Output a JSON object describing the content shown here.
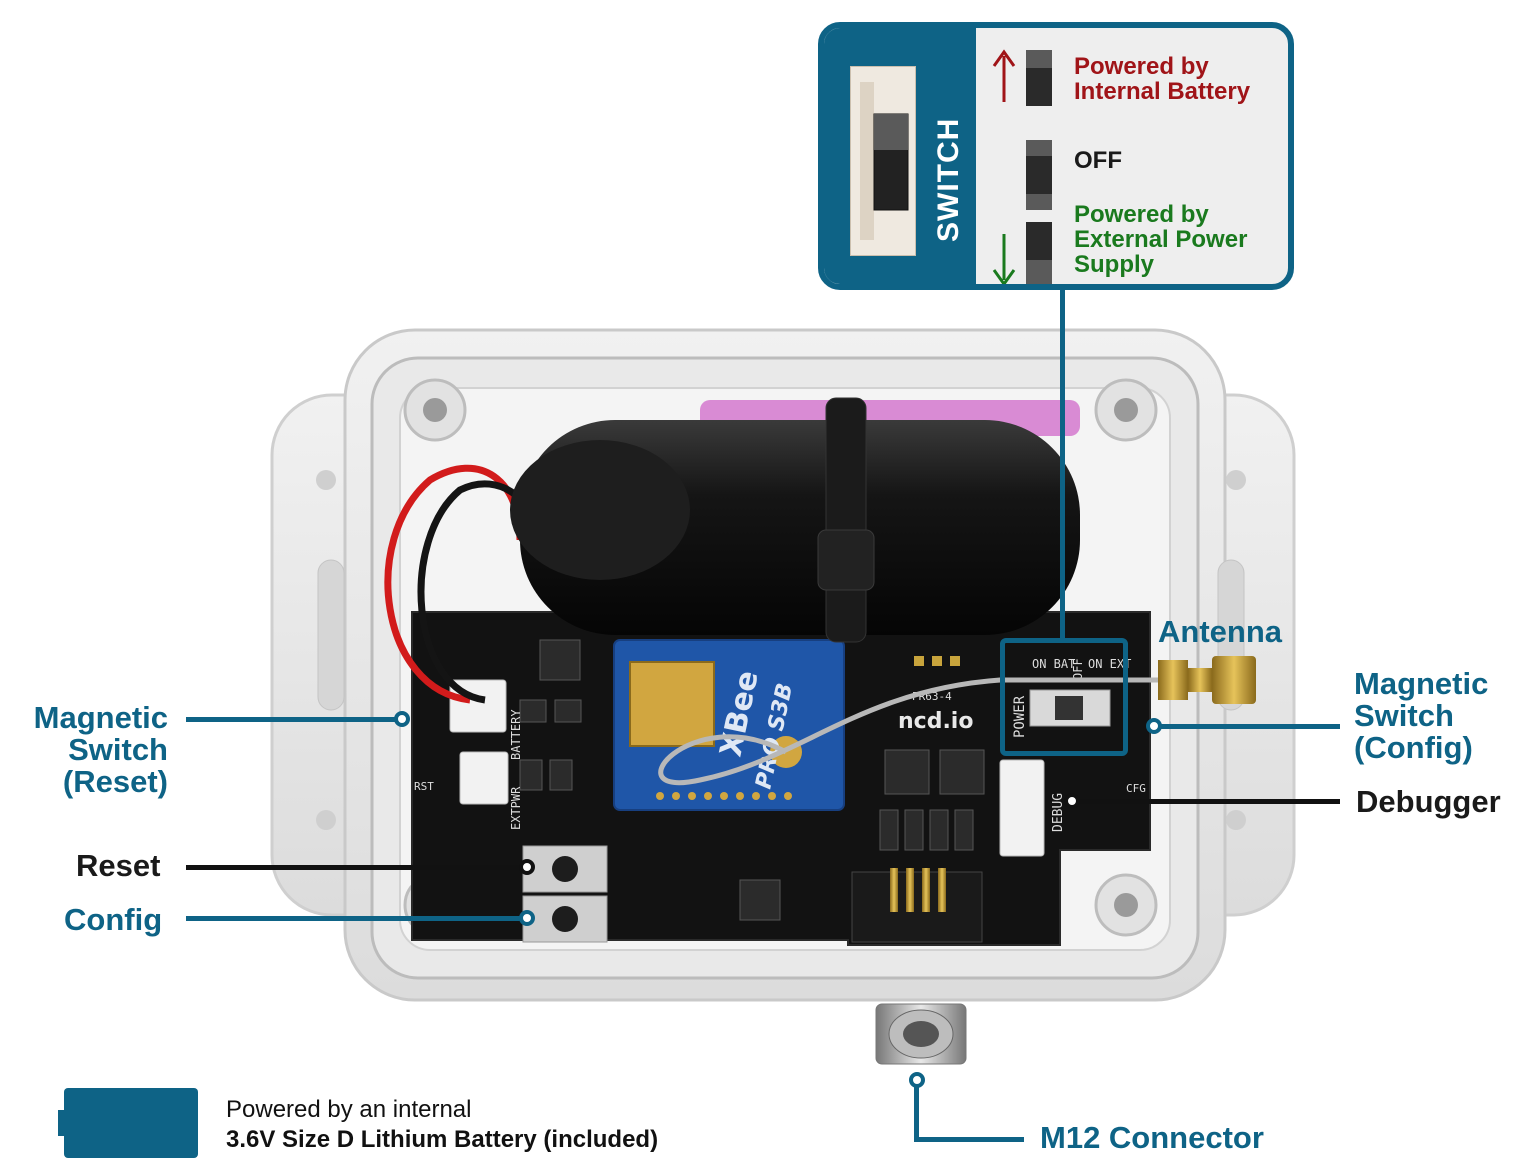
{
  "switch_panel": {
    "title": "SWITCH",
    "option_battery_line1": "Powered by",
    "option_battery_line2": "Internal Battery",
    "option_off": "OFF",
    "option_external_line1": "Powered by",
    "option_external_line2": "External Power",
    "option_external_line3": "Supply"
  },
  "labels": {
    "magnetic_reset_l1": "Magnetic",
    "magnetic_reset_l2": "Switch",
    "magnetic_reset_l3": "(Reset)",
    "reset": "Reset",
    "config": "Config",
    "antenna": "Antenna",
    "magnetic_config_l1": "Magnetic",
    "magnetic_config_l2": "Switch",
    "magnetic_config_l3": "(Config)",
    "debugger": "Debugger",
    "m12": "M12 Connector"
  },
  "legend": {
    "line1": "Powered by an internal",
    "line2": "3.6V Size D  Lithium Battery (included)"
  },
  "board_text": {
    "xbee_l1": "XBee",
    "xbee_l2": "PRO S3B",
    "brand": "ncd.io",
    "pr": "PR63-4",
    "power": "POWER",
    "on_bat": "ON BAT",
    "off": "OFF",
    "on_ext": "ON EXT",
    "battery": "BATTERY",
    "extpwr": "EXTPWR",
    "debug": "DEBUG",
    "rst": "RST",
    "cfg": "CFG"
  },
  "colors": {
    "accent": "#0e6386",
    "battery_red": "#a01418",
    "external_green": "#1a7a1e"
  }
}
